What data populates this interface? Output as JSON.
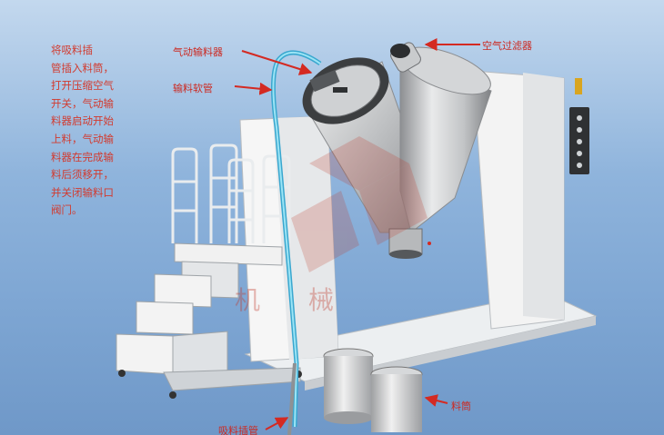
{
  "instructions": "将吸料插\n管插入料筒，\n打开压缩空气\n开关，气动输\n料器启动开始\n上料，气动输\n料器在完成输\n料后须移开，\n并关闭输料口\n阀门。",
  "labels": {
    "pneumatic_feeder": "气动输料器",
    "feed_hose": "输料软管",
    "air_filter": "空气过滤器",
    "material_drum": "料筒",
    "suction_pipe": "吸料插管"
  },
  "watermark": "机 械",
  "colors": {
    "label_red": "#cc2a22",
    "hose_blue": "#5fc9e6"
  }
}
